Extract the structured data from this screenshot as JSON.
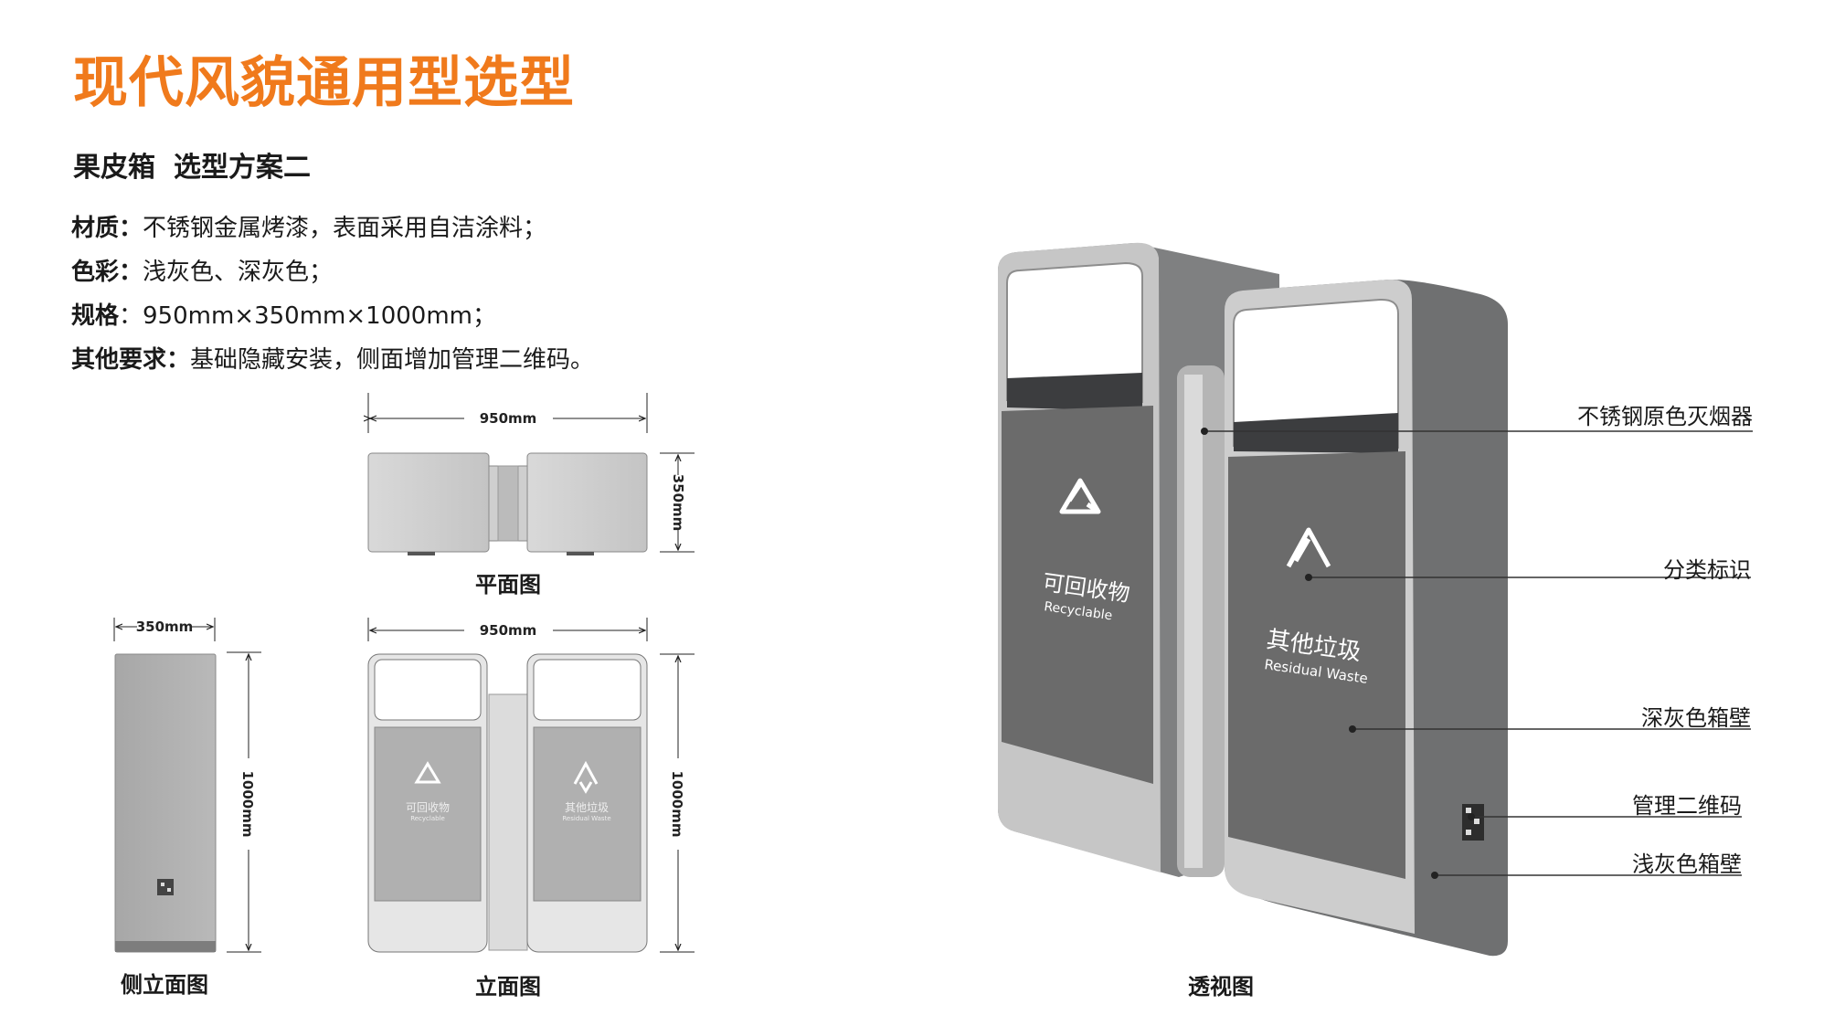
{
  "title": "现代风貌通用型选型",
  "subtitle": {
    "product": "果皮箱",
    "scheme": "选型方案二"
  },
  "specs": [
    {
      "label": "材质：",
      "value": "不锈钢金属烤漆，表面采用自洁涂料；"
    },
    {
      "label": "色彩：",
      "value": "浅灰色、深灰色；"
    },
    {
      "label": "规格",
      "value": "：950mm×350mm×1000mm；"
    },
    {
      "label": "其他要求：",
      "value": "基础隐藏安装，侧面增加管理二维码。"
    }
  ],
  "drawings": {
    "plan": {
      "caption": "平面图",
      "width": "950mm",
      "depth": "350mm"
    },
    "side": {
      "caption": "侧立面图",
      "width": "350mm",
      "height": "1000mm"
    },
    "front": {
      "caption": "立面图",
      "width": "950mm",
      "height": "1000mm"
    },
    "perspective": {
      "caption": "透视图"
    }
  },
  "bins": {
    "left": {
      "cn": "可回收物",
      "en": "Recyclable"
    },
    "right": {
      "cn": "其他垃圾",
      "en": "Residual Waste"
    }
  },
  "callouts": [
    "不锈钢原色灭烟器",
    "分类标识",
    "深灰色箱壁",
    "管理二维码",
    "浅灰色箱壁"
  ],
  "colors": {
    "accent": "#f07a1c",
    "dark_gray": "#6a6a6a",
    "light_gray": "#bdbdbd"
  }
}
